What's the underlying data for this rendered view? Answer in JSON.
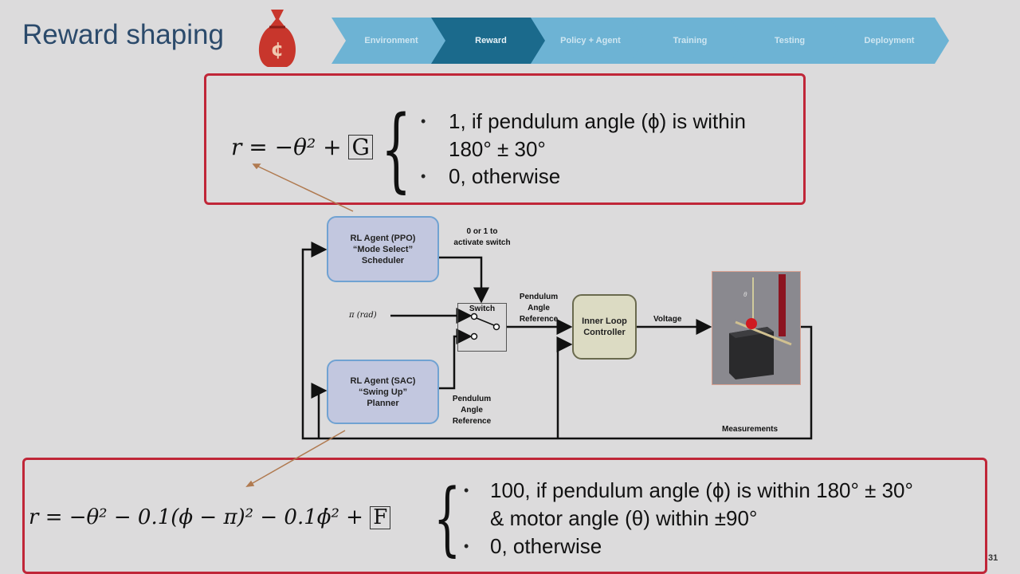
{
  "title": "Reward shaping",
  "icon": "money-bag-icon",
  "steps": [
    {
      "label": "Environment",
      "active": false
    },
    {
      "label": "Reward",
      "active": true
    },
    {
      "label": "Policy + Agent",
      "active": false
    },
    {
      "label": "Training",
      "active": false
    },
    {
      "label": "Testing",
      "active": false
    },
    {
      "label": "Deployment",
      "active": false
    }
  ],
  "reward1": {
    "lhs": "r = −θ² + ",
    "boxed": "G",
    "bullets": [
      "1, if pendulum angle (ϕ) is within",
      "180° ± 30°",
      "0, otherwise"
    ]
  },
  "reward2": {
    "lhs": "r = −θ² − 0.1(ϕ − π)² − 0.1ϕ̇² + ",
    "boxed": "F",
    "bullets": [
      "100, if pendulum angle (ϕ) is within 180° ± 30°",
      "& motor angle (θ) within ±90°",
      "0, otherwise"
    ]
  },
  "diagram": {
    "ppo": [
      "RL Agent (PPO)",
      "“Mode Select”",
      "Scheduler"
    ],
    "sac": [
      "RL Agent (SAC)",
      "“Swing Up”",
      "Planner"
    ],
    "switch": "Switch",
    "inner": [
      "Inner Loop",
      "Controller"
    ],
    "activate": [
      "0 or 1 to",
      "activate switch"
    ],
    "pi": "π (rad)",
    "ref_top": [
      "Pendulum",
      "Angle",
      "Reference"
    ],
    "ref_bottom": [
      "Pendulum",
      "Angle",
      "Reference"
    ],
    "voltage": "Voltage",
    "measurements": "Measurements",
    "plant_label": "θ"
  },
  "page_number": "31",
  "colors": {
    "accent_red": "#c02638",
    "chevron": "#6db3d4",
    "chevron_active": "#1b6a8c",
    "title": "#2b4a6b"
  }
}
